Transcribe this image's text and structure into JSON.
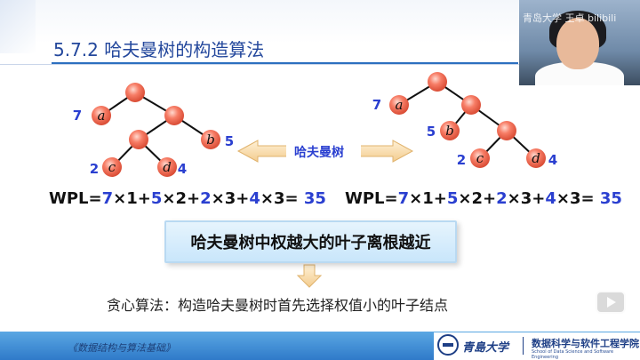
{
  "slide": {
    "title": "5.7.2 哈夫曼树的构造算法",
    "middle_label": "哈夫曼树",
    "wpl_left": {
      "prefix": "WPL=",
      "w1": "7",
      "l1": "1",
      "w2": "5",
      "l2": "2",
      "w3": "2",
      "l3": "3",
      "w4": "4",
      "l4": "3",
      "result": "35"
    },
    "wpl_right": {
      "prefix": "WPL=",
      "w1": "7",
      "l1": "1",
      "w2": "5",
      "l2": "2",
      "w3": "2",
      "l3": "3",
      "w4": "4",
      "l4": "3",
      "result": "35"
    },
    "banner": "哈夫曼树中权越大的叶子离根越近",
    "greedy": "贪心算法：构造哈夫曼树时首先选择权值小的叶子结点"
  },
  "tree_left": {
    "leaves": [
      {
        "letter": "a",
        "weight": "7"
      },
      {
        "letter": "b",
        "weight": "5"
      },
      {
        "letter": "c",
        "weight": "2"
      },
      {
        "letter": "d",
        "weight": "4"
      }
    ]
  },
  "tree_right": {
    "leaves": [
      {
        "letter": "a",
        "weight": "7"
      },
      {
        "letter": "b",
        "weight": "5"
      },
      {
        "letter": "c",
        "weight": "2"
      },
      {
        "letter": "d",
        "weight": "4"
      }
    ]
  },
  "footer": {
    "course": "《数据结构与算法基础》",
    "university": "青島大学",
    "school": "数据科学与软件工程学院",
    "school_en": "School of Data Science and Software Engineering"
  },
  "video": {
    "watermark": "青岛大学 王卓 bilibili"
  },
  "colors": {
    "title": "#23479c",
    "weight_blue": "#2a3fd0",
    "node": "#f06a55",
    "banner_bg": "#d3ecfc",
    "footer_blue": "#3f8bd6"
  },
  "icons": [
    "play-icon",
    "double-arrow-icon",
    "down-arrow-icon",
    "university-logo-icon"
  ]
}
